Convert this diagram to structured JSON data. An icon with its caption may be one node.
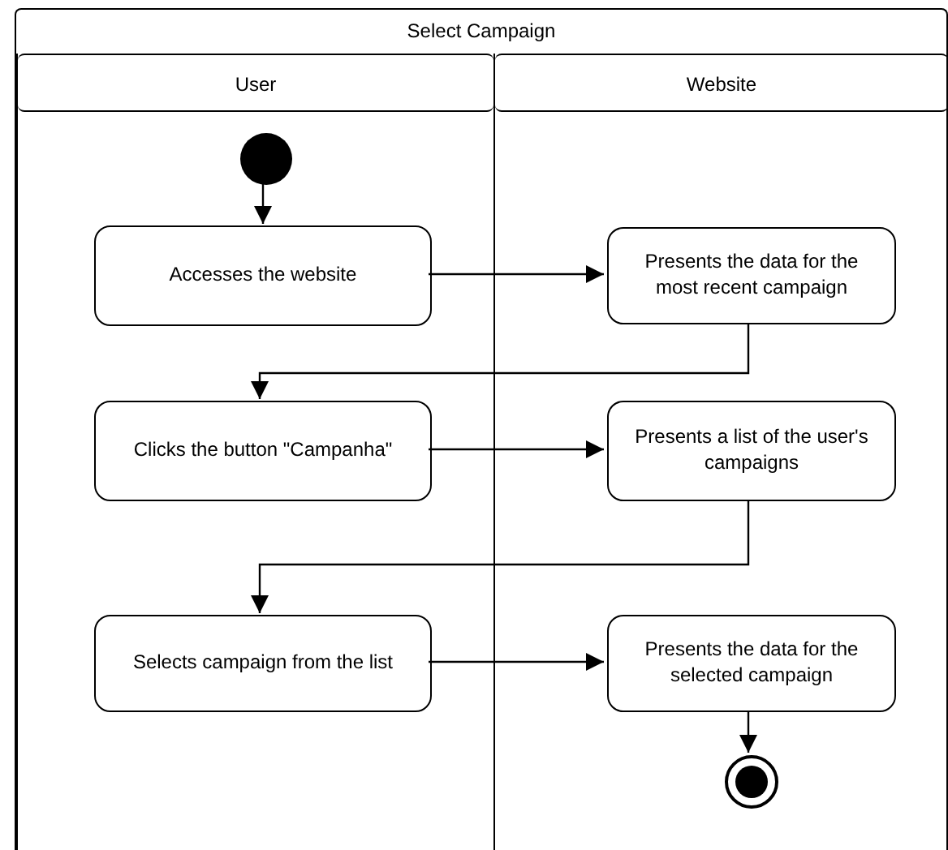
{
  "diagram": {
    "nodes": [
      {
        "text": [
          "Select Campaign"
        ]
      },
      {
        "text": [
          "User"
        ],
        "in": 0
      },
      {
        "text": [
          "Website"
        ],
        "in": 0
      },
      {
        "text": [],
        "shape": "circle",
        "in": 1
      },
      {
        "text": [
          "Accesses the website"
        ],
        "in": 1
      },
      {
        "text": [
          "Presents the data for the most recent campaign"
        ],
        "in": 2
      },
      {
        "text": [
          "Clicks the button \"Campanha\""
        ],
        "in": 1
      },
      {
        "text": [
          "Presents a list of the user's campaigns"
        ],
        "in": 2
      },
      {
        "text": [
          "Selects campaign from the list"
        ],
        "in": 1
      },
      {
        "text": [
          "Presents the data for the selected campaign"
        ],
        "in": 2
      },
      {
        "text": [],
        "shape": "bullseye",
        "in": 2
      }
    ],
    "edges": [
      {
        "from": 3,
        "to": 4,
        "arrow": "to"
      },
      {
        "from": 4,
        "to": 5,
        "arrow": "to"
      },
      {
        "from": 5,
        "to": 6,
        "arrow": "to"
      },
      {
        "from": 6,
        "to": 7,
        "arrow": "to"
      },
      {
        "from": 7,
        "to": 8,
        "arrow": "to"
      },
      {
        "from": 8,
        "to": 9,
        "arrow": "to"
      },
      {
        "from": 9,
        "to": 10,
        "arrow": "to"
      }
    ]
  }
}
